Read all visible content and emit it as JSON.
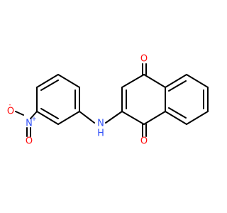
{
  "molecule": {
    "atom_labels": {
      "oxygen_top": "O",
      "oxygen_bottom": "O",
      "nitrogen_amine": "N",
      "hydrogen_amine": "H",
      "nitrogen_nitro": "N",
      "oxygen_nitro_minus": "O",
      "oxygen_nitro_double": "O",
      "charge_plus": "+",
      "charge_minus": "-"
    },
    "colors": {
      "carbon_bond": "#000000",
      "oxygen": "#ff0d0d",
      "nitrogen": "#3050f8",
      "background": "#ffffff"
    }
  }
}
